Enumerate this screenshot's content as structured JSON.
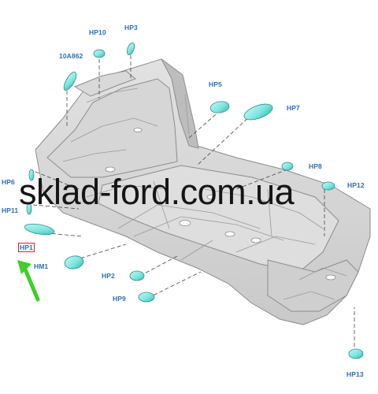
{
  "diagram": {
    "watermark": "sklad-ford.com.ua",
    "highlight_color": "#e0202a",
    "arrow_color": "#3fcf2a",
    "part_color": "#7fe6e0",
    "label_color": "#2b6db3",
    "parts": [
      {
        "id": "hp10",
        "label": "HP10"
      },
      {
        "id": "hp3",
        "label": "HP3"
      },
      {
        "id": "10a862",
        "label": "10A862"
      },
      {
        "id": "hp5",
        "label": "HP5"
      },
      {
        "id": "hp7",
        "label": "HP7"
      },
      {
        "id": "hp8",
        "label": "HP8"
      },
      {
        "id": "hp6",
        "label": "HP6"
      },
      {
        "id": "hp11",
        "label": "HP11"
      },
      {
        "id": "hp12",
        "label": "HP12"
      },
      {
        "id": "hp1",
        "label": "HP1",
        "highlighted": true
      },
      {
        "id": "hm1",
        "label": "HM1"
      },
      {
        "id": "hp2",
        "label": "HP2"
      },
      {
        "id": "hp9",
        "label": "HP9"
      },
      {
        "id": "hp13",
        "label": "HP13"
      }
    ]
  }
}
